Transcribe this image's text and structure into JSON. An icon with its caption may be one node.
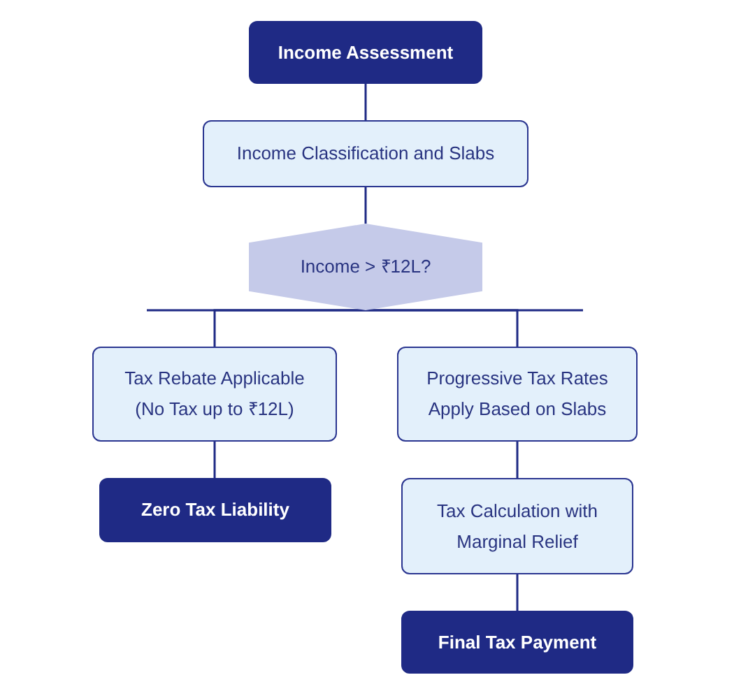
{
  "diagram": {
    "nodes": [
      {
        "text": [
          "Income Assessment"
        ]
      },
      {
        "text": [
          "Income Classification and Slabs"
        ]
      },
      {
        "text": [
          "Income > ₹12L?"
        ]
      },
      {
        "text": [
          "Tax Rebate Applicable (No Tax up to ₹12L)"
        ]
      },
      {
        "text": [
          "Progressive Tax Rates Apply Based on Slabs"
        ]
      },
      {
        "text": [
          "Zero Tax Liability"
        ]
      },
      {
        "text": [
          "Tax Calculation with Marginal Relief"
        ]
      },
      {
        "text": [
          "Final Tax Payment"
        ]
      }
    ],
    "edges": [
      {
        "from": 0,
        "to": 1,
        "arrow": "none"
      },
      {
        "from": 1,
        "to": 2,
        "arrow": "none"
      },
      {
        "from": 2,
        "to": 3,
        "arrow": "none"
      },
      {
        "from": 2,
        "to": 4,
        "arrow": "none"
      },
      {
        "from": 3,
        "to": 5,
        "arrow": "none"
      },
      {
        "from": 4,
        "to": 6,
        "arrow": "none"
      },
      {
        "from": 6,
        "to": 7,
        "arrow": "none"
      }
    ]
  }
}
